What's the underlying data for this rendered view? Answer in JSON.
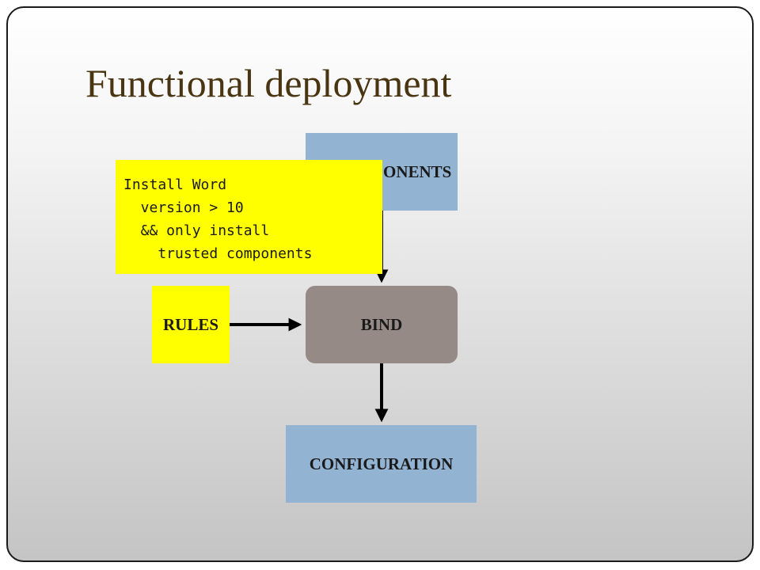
{
  "title": "Functional deployment",
  "boxes": {
    "components": "ONENTS",
    "bind": "BIND",
    "rules": "RULES",
    "configuration": "CONFIGURATION"
  },
  "note": {
    "lines": [
      "Install Word",
      "  version > 10",
      "  && only install",
      "    trusted components"
    ]
  },
  "colors": {
    "title": "#4a3512",
    "blue_box": "#93b3d3",
    "bind_box": "#968a87",
    "yellow": "#ffff00",
    "arrow": "#000000"
  }
}
